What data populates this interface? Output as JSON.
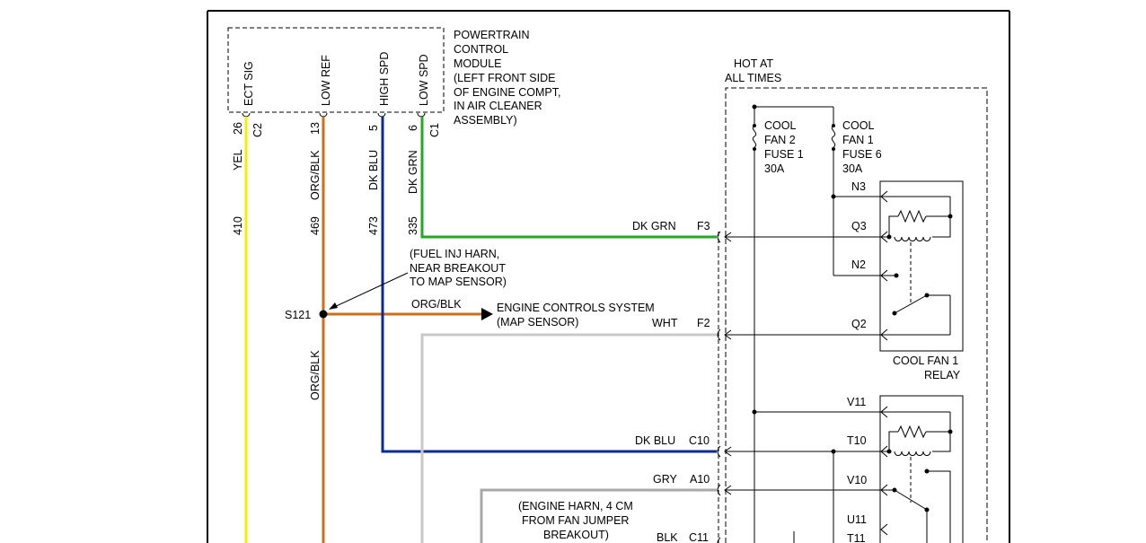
{
  "pcm": {
    "title_lines": [
      "POWERTRAIN",
      "CONTROL",
      "MODULE",
      "(LEFT FRONT SIDE",
      "OF ENGINE COMPT,",
      "IN AIR CLEANER",
      "ASSEMBLY)"
    ],
    "pins": [
      {
        "name": "ECT SIG",
        "pin": "26",
        "connector": "C2",
        "wire_color": "YEL",
        "circuit": "410"
      },
      {
        "name": "LOW REF",
        "pin": "13",
        "connector": "",
        "wire_color": "ORG/BLK",
        "circuit": "469"
      },
      {
        "name": "HIGH SPD",
        "pin": "5",
        "connector": "",
        "wire_color": "DK BLU",
        "circuit": "473"
      },
      {
        "name": "LOW SPD",
        "pin": "6",
        "connector": "C1",
        "wire_color": "DK GRN",
        "circuit": "335"
      }
    ]
  },
  "hot_at_all_times": [
    "HOT AT",
    "ALL TIMES"
  ],
  "fuses": [
    {
      "lines": [
        "COOL",
        "FAN 2",
        "FUSE 1",
        "30A"
      ]
    },
    {
      "lines": [
        "COOL",
        "FAN 1",
        "FUSE 6",
        "30A"
      ]
    }
  ],
  "splice": {
    "id": "S121",
    "note_lines": [
      "(FUEL INJ HARN,",
      "NEAR BREAKOUT",
      "TO MAP SENSOR)"
    ],
    "branch_color": "ORG/BLK",
    "lower_color": "ORG/BLK",
    "destination_lines": [
      "ENGINE CONTROLS SYSTEM",
      "(MAP SENSOR)"
    ]
  },
  "connections": [
    {
      "color": "DK GRN",
      "terminal": "F3"
    },
    {
      "color": "WHT",
      "terminal": "F2"
    },
    {
      "color": "DK BLU",
      "terminal": "C10"
    },
    {
      "color": "GRY",
      "terminal": "A10"
    },
    {
      "color": "BLK",
      "terminal": "C11"
    }
  ],
  "engine_harness_note": [
    "(ENGINE HARN, 4 CM",
    "FROM FAN JUMPER",
    "BREAKOUT)"
  ],
  "relay1": {
    "terminals": [
      "N3",
      "Q3",
      "N2",
      "Q2"
    ],
    "label_lines": [
      "COOL FAN 1",
      "RELAY"
    ]
  },
  "relay2": {
    "terminals": [
      "V11",
      "T10",
      "V10",
      "U11",
      "T11"
    ]
  },
  "wire_colors_hex": {
    "yellow": "#f2f200",
    "orange": "#c8701e",
    "blue": "#0a2a9a",
    "green": "#22aa22",
    "white_wire": "#c8c8c8",
    "gray": "#a8a8a8"
  }
}
